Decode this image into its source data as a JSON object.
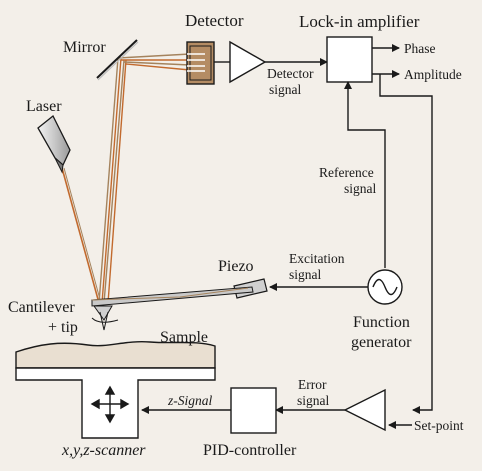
{
  "labels": {
    "detector": "Detector",
    "lockin": "Lock-in amplifier",
    "phase": "Phase",
    "amplitude": "Amplitude",
    "mirror": "Mirror",
    "detector_signal_1": "Detector",
    "detector_signal_2": "signal",
    "laser": "Laser",
    "reference_1": "Reference",
    "reference_2": "signal",
    "piezo": "Piezo",
    "excitation_1": "Excitation",
    "excitation_2": "signal",
    "cantilever_1": "Cantilever",
    "cantilever_2": "+ tip",
    "function_1": "Function",
    "function_2": "generator",
    "sample": "Sample",
    "error_1": "Error",
    "error_2": "signal",
    "z_signal": "z-Signal",
    "setpoint": "Set-point",
    "scanner": "x,y,z-scanner",
    "pid": "PID-controller"
  },
  "colors": {
    "background": "#f3efe9",
    "line": "#1a1a1a",
    "beam_tan": "#a4835d",
    "beam_orange": "#c26a2e",
    "detector_fill": "#b48c64",
    "sample_fill": "#e9dfd1",
    "laser_fill": "#d6d6d6",
    "piezo_fill": "#d0d0d0"
  },
  "icons": [
    "move-arrows-icon",
    "sine-wave-icon",
    "arrow-head-icon"
  ]
}
